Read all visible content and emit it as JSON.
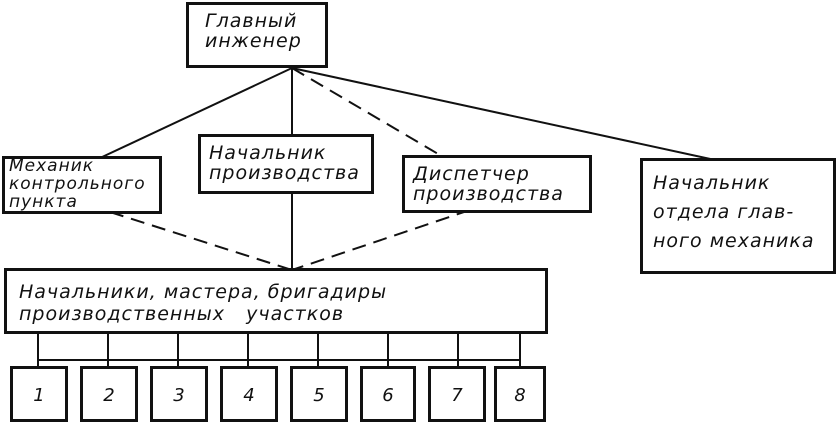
{
  "nodes": {
    "chief_engineer": "Главный\nинженер",
    "checkpoint_mechanic": "Механик\nконтрольного\nпункта",
    "production_head": "Начальник\nпроизводства",
    "production_dispatcher": "Диспетчер\nпроизводства",
    "chief_mechanic_dept_head": "Начальник\nотдела глав-\nного механика",
    "section_leaders": "Начальники, мастера, бригадиры\nпроизводственных   участков",
    "units": [
      "1",
      "2",
      "3",
      "4",
      "5",
      "6",
      "7",
      "8"
    ]
  }
}
